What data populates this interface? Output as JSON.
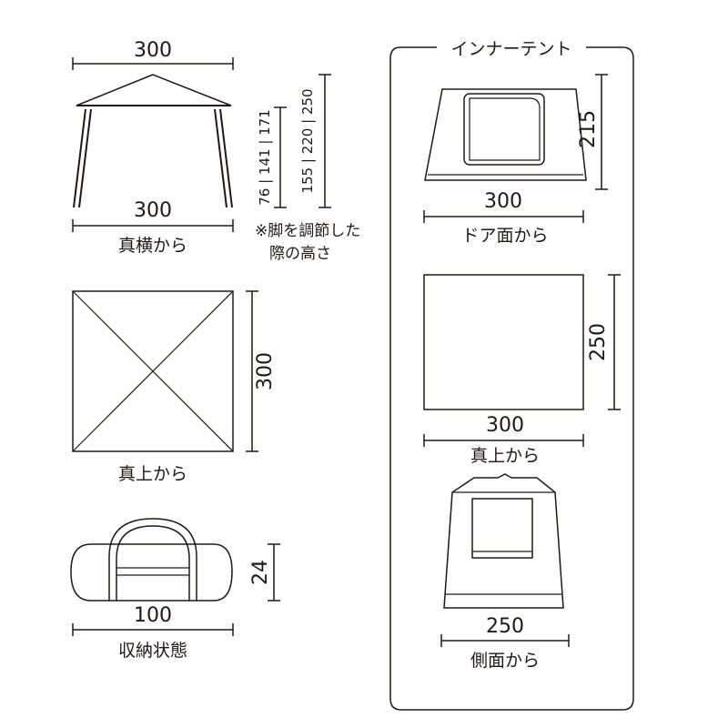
{
  "side_view": {
    "width_top": "300",
    "width_bottom": "300",
    "caption": "真横から",
    "heights_short": [
      "76",
      "141",
      "171"
    ],
    "heights_tall": [
      "155",
      "220",
      "250"
    ],
    "note_line1": "※脚を調節した",
    "note_line2": "際の高さ"
  },
  "top_view": {
    "depth": "300",
    "caption": "真上から"
  },
  "stored": {
    "height": "24",
    "width": "100",
    "caption": "収納状態"
  },
  "inner_tent": {
    "title": "インナーテント",
    "door": {
      "height": "215",
      "width": "300",
      "caption": "ドア面から"
    },
    "top": {
      "depth": "250",
      "width": "300",
      "caption": "真上から"
    },
    "side": {
      "width": "250",
      "caption": "側面から"
    }
  },
  "colors": {
    "line": "#231815",
    "background": "#ffffff"
  }
}
